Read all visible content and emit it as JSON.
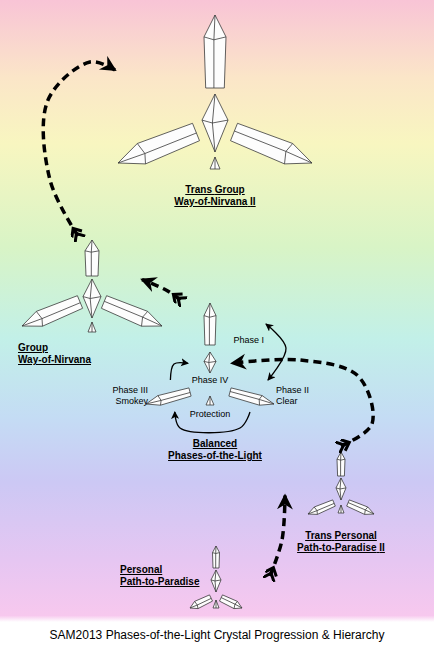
{
  "diagram": {
    "caption": "SAM2013 Phases-of-the-Light Crystal Progression & Hierarchy",
    "nodes": [
      {
        "text": [
          "Trans Group Way-of-Nirvana II"
        ]
      },
      {
        "text": [
          "Group Way-of-Nirvana"
        ]
      },
      {
        "text": [
          "Balanced Phases-of-the-Light"
        ]
      },
      {
        "text": [
          "Phase I"
        ],
        "in": 2
      },
      {
        "text": [
          "Phase IV"
        ],
        "in": 2
      },
      {
        "text": [
          "Phase III Smokey"
        ],
        "in": 2
      },
      {
        "text": [
          "Phase II Clear"
        ],
        "in": 2
      },
      {
        "text": [
          "Protection"
        ],
        "in": 2
      },
      {
        "text": [
          "Trans Personal Path-to-Paradise II"
        ]
      },
      {
        "text": [
          "Personal Path-to-Paradise"
        ]
      }
    ],
    "edges": [
      {
        "from": 9,
        "to": 8,
        "arrow": "to"
      },
      {
        "from": 8,
        "to": 4,
        "arrow": "to"
      },
      {
        "from": 2,
        "to": 1,
        "arrow": "to"
      },
      {
        "from": 1,
        "to": 0,
        "arrow": "to"
      },
      {
        "from": 3,
        "to": 6,
        "arrow": "both"
      },
      {
        "from": 6,
        "to": 5,
        "arrow": "to"
      },
      {
        "from": 5,
        "to": 4,
        "arrow": "to"
      }
    ]
  }
}
